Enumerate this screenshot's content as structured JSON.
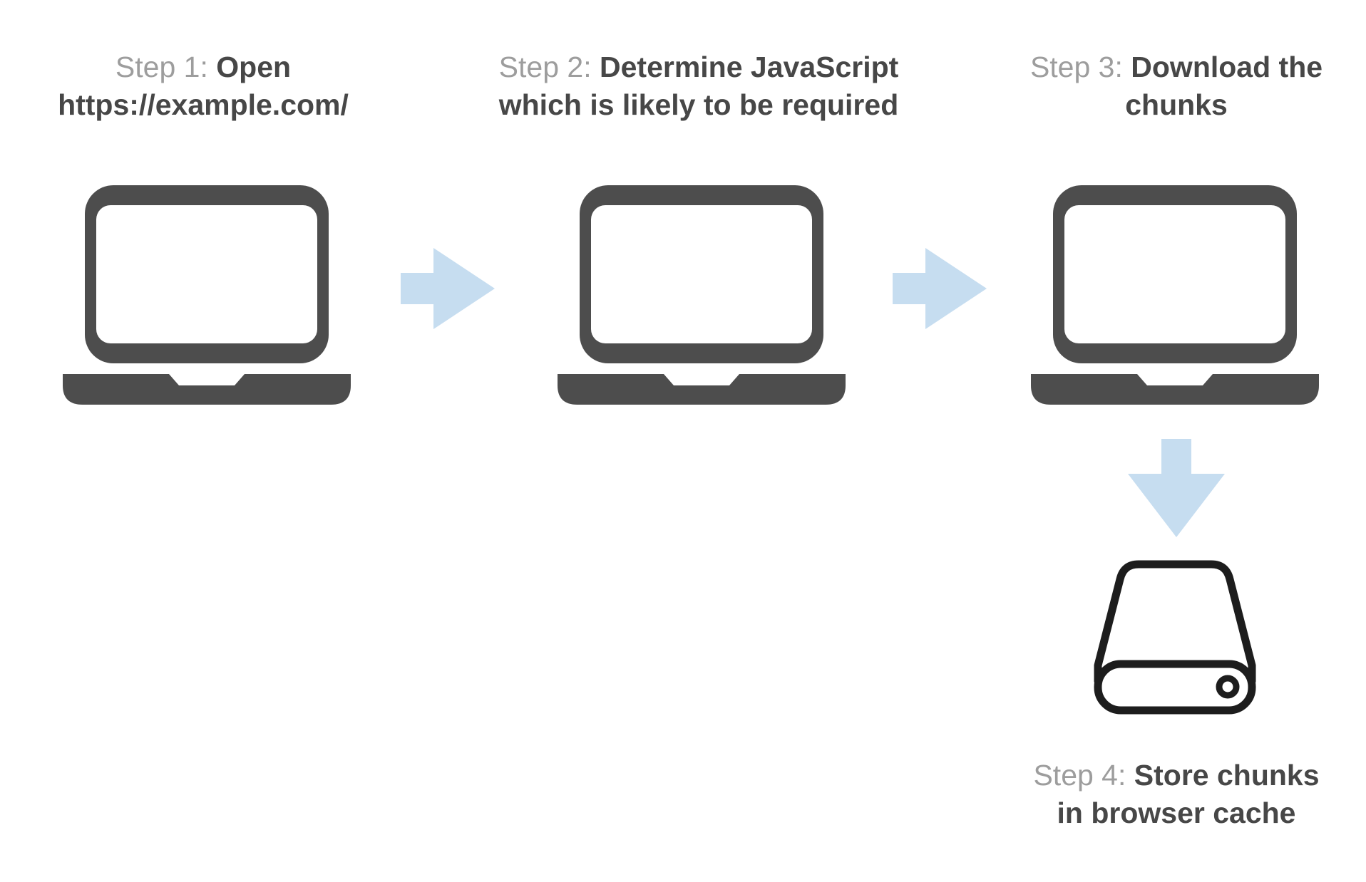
{
  "colors": {
    "laptop": "#4d4d4d",
    "arrow": "#c6ddf0",
    "drive": "#1d1d1d",
    "label": "#9d9d9d",
    "title": "#474747",
    "bg": "#ffffff"
  },
  "steps": [
    {
      "label": "Step 1:",
      "line1": "Open",
      "line2": "https://example.com/",
      "icon": "laptop-icon"
    },
    {
      "label": "Step 2:",
      "line1": "Determine JavaScript",
      "line2": "which is likely to be required",
      "icon": "laptop-icon"
    },
    {
      "label": "Step 3:",
      "line1": "Download the",
      "line2": "chunks",
      "icon": "laptop-icon"
    },
    {
      "label": "Step 4:",
      "line1": "Store chunks",
      "line2": "in browser cache",
      "icon": "hard-drive-icon"
    }
  ],
  "connectors": [
    {
      "from": 1,
      "to": 2,
      "icon": "arrow-right-icon"
    },
    {
      "from": 2,
      "to": 3,
      "icon": "arrow-right-icon"
    },
    {
      "from": 3,
      "to": 4,
      "icon": "arrow-down-icon"
    }
  ]
}
